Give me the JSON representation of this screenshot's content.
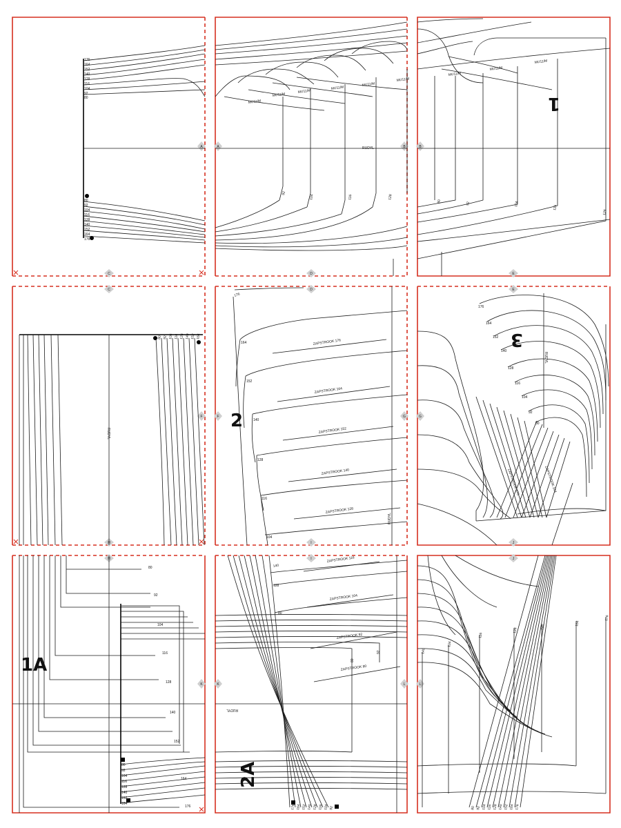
{
  "sheet_markers": [
    "A",
    "B",
    "C",
    "D",
    "E",
    "F",
    "G",
    "H",
    "I",
    "J",
    "K",
    "L"
  ],
  "big_labels": {
    "p1": "1",
    "p1a": "1A",
    "p2": "2",
    "p2a": "2A",
    "p3": "3"
  },
  "sizes_top": [
    "176",
    "164",
    "152",
    "140",
    "128",
    "116",
    "104",
    "92",
    "80"
  ],
  "sizes_short": [
    "80",
    "92",
    "104",
    "116",
    "128",
    "140",
    "152",
    "164",
    "176"
  ],
  "axis_rudy": "RUDYL",
  "mu_labels": {
    "a": "MU11/M",
    "b": "MU11/M",
    "c": "MU11/M",
    "d": "MU11/M",
    "e": "MU11/M",
    "f": "MU11/M",
    "g": "MU11/M",
    "h": "MU11/M"
  },
  "zapas": {
    "z176": "ZAPSTROOK 176",
    "z164": "ZAPSTROOK 164",
    "z152": "ZAPSTROOK 152",
    "z140": "ZAPSTROOK 140",
    "z128": "ZAPSTROOK 128",
    "b116": "ZAPSTROOK 116",
    "b104": "ZAPSTROOK 104",
    "b92": "ZAPSTROOK 92",
    "b80": "ZAPSTROOK 80"
  },
  "colors": {
    "sheet_border": "#d62f1f",
    "lines": "#1a1a1a",
    "marker": "#cfcfcf"
  }
}
